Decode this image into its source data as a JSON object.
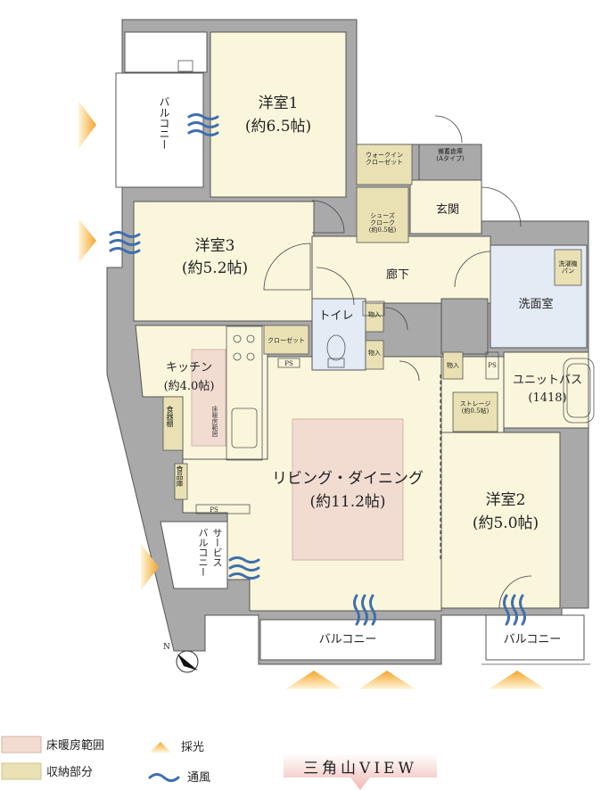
{
  "rooms": {
    "western1": {
      "name": "洋室1",
      "size": "(約6.5帖)"
    },
    "western3": {
      "name": "洋室3",
      "size": "(約5.2帖)"
    },
    "western2": {
      "name": "洋室2",
      "size": "(約5.0帖)"
    },
    "kitchen": {
      "name": "キッチン",
      "size": "(約4.0帖)"
    },
    "living": {
      "name": "リビング・ダイニング",
      "size": "(約11.2帖)"
    },
    "unitbath": {
      "name": "ユニットバス",
      "size": "(1418)"
    },
    "washroom": "洗面室",
    "toilet": "トイレ",
    "hallway": "廊下",
    "entrance": "玄関"
  },
  "storage": {
    "walkin": "ウォークイン\nクローゼット",
    "shoes": "シューズ\nクローク\n(約0.5帖)",
    "reserve": "備蓄倉庫\n(Aタイプ)",
    "closet": "クローゼット",
    "storage": "ストレージ\n(約0.5帖)",
    "in1": "物入",
    "in2": "物入",
    "in3": "物入",
    "dish": "食器棚",
    "pantry": "食品庫",
    "washer": "洗濯機\nパン"
  },
  "balconies": {
    "top_left": "バルコニー",
    "service": "サービス\nバルコニー",
    "bottom_mid": "バルコニー",
    "bottom_right": "バルコニー"
  },
  "markers": {
    "ps": "PS",
    "floor_heat_zone": "床暖房範囲",
    "north": "N"
  },
  "legend": {
    "floor_heating": "床暖房範囲",
    "storage": "収納部分",
    "daylight": "採光",
    "ventilation": "通風"
  },
  "view_label": "三角山VIEW",
  "colors": {
    "room": "#faf6dc",
    "storage": "#e9e1b4",
    "heating": "#f2dcd2",
    "bath": "#e3ebf5",
    "wall": "#a9a9a9",
    "light_arrow": "#f3a52b",
    "wind": "#3e6fae"
  }
}
